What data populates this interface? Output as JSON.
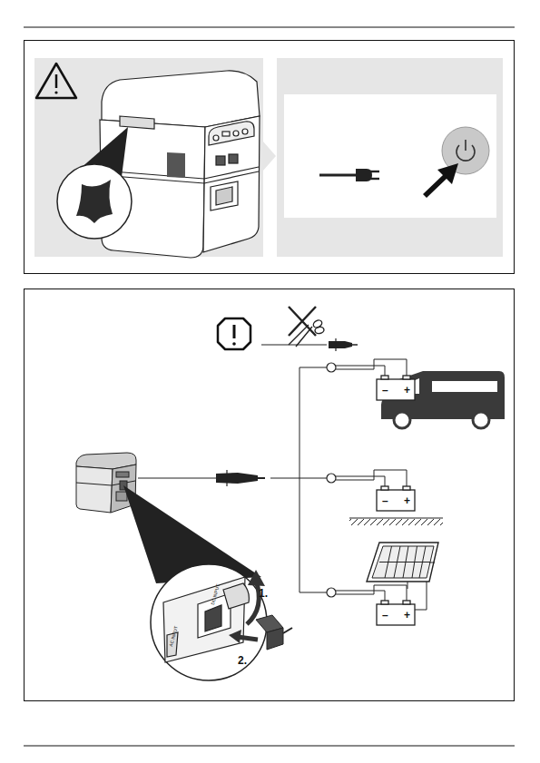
{
  "diagram": {
    "labels": [
      "1.",
      "2.",
      "AC INPUT",
      "DC INPUT",
      "–",
      "+",
      "–",
      "+",
      "–",
      "+"
    ]
  }
}
